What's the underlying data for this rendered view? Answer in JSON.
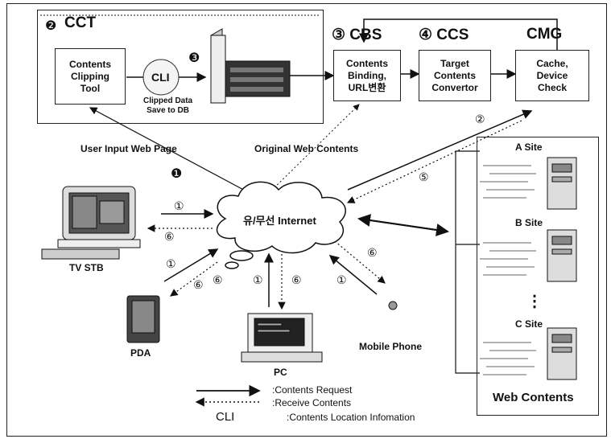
{
  "top_panel": {
    "cct_title": "CCT",
    "cct_box": "Contents\nClipping\nTool",
    "cli_label": "CLI",
    "clipped_label": "Clipped Data\nSave to DB",
    "cbs_title": "③ CBS",
    "cbs_box": "Contents\nBinding,\nURL변환",
    "ccs_title": "④ CCS",
    "ccs_box": "Target\nContents\nConvertor",
    "cmg_title": "CMG",
    "cmg_box": "Cache,\nDevice\nCheck",
    "step1": "❶",
    "step2": "❷",
    "step3": "❸"
  },
  "labels": {
    "user_input": "User Input Web Page",
    "original": "Original Web Contents",
    "internet": "유/무선 Internet",
    "tv": "TV STB",
    "pda": "PDA",
    "pc": "PC",
    "mobile": "Mobile Phone",
    "web_contents": "Web Contents",
    "site_a": "A Site",
    "site_b": "B Site",
    "site_c": "C Site",
    "vdots": "⋮"
  },
  "numbers": {
    "n1": "①",
    "n2": "②",
    "n5": "⑤",
    "n6": "⑥"
  },
  "legend": {
    "request": ":Contents Request",
    "receive": ":Receive Contents",
    "cli": "CLI",
    "cli_desc": ":Contents Location Infomation"
  }
}
